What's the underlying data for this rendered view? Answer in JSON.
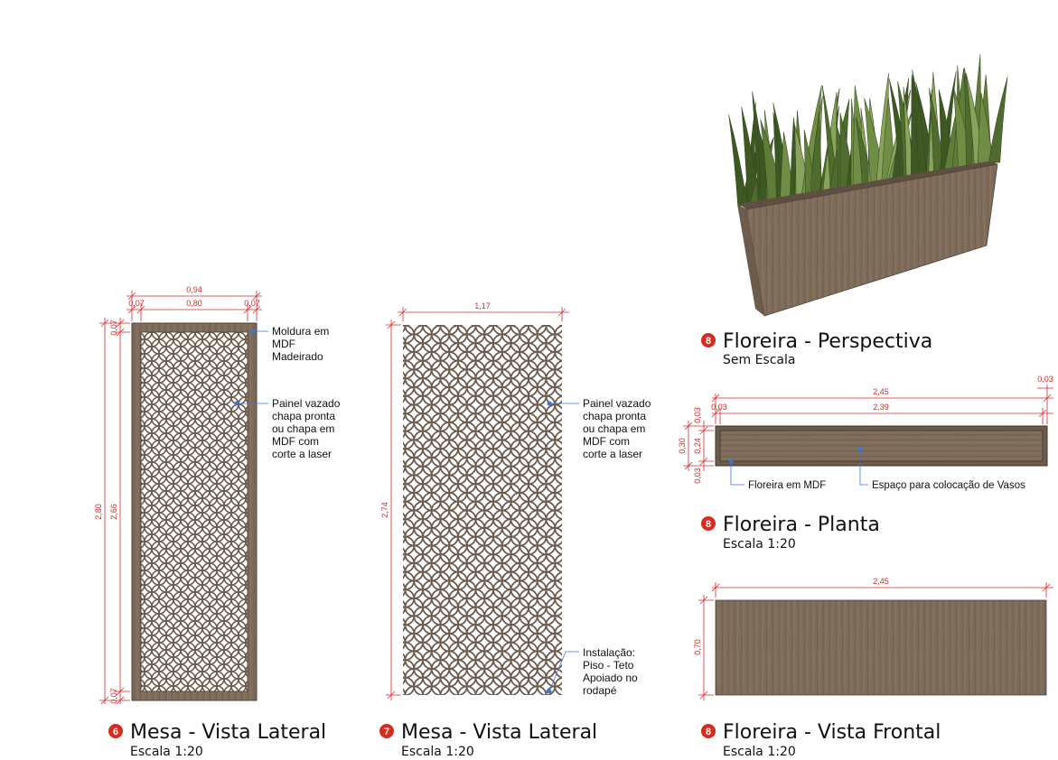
{
  "colors": {
    "dimension": "#d42a2a",
    "wood": "#7d6b5a",
    "wood_dark": "#5e4f42",
    "badge": "#d62b1f",
    "leader_dot": "#3a78d8",
    "plant_green": "#4f6b2e"
  },
  "panel6": {
    "badge": "6",
    "title": "Mesa - Vista Lateral",
    "scale": "Escala 1:20",
    "dims": {
      "total_width": "0,94",
      "inner_width": "0,80",
      "left_frame": "0,07",
      "right_frame": "0,07",
      "total_height": "2,80",
      "inner_height": "2,66",
      "top_frame": "0,07",
      "bottom_frame": "0,07"
    },
    "note_frame": [
      "Moldura em",
      "MDF",
      "Madeirado"
    ],
    "note_panel": [
      "Painel vazado",
      "chapa pronta",
      "ou chapa em",
      "MDF com",
      "corte a laser"
    ]
  },
  "panel7": {
    "badge": "7",
    "title": "Mesa - Vista Lateral",
    "scale": "Escala 1:20",
    "dims": {
      "width": "1,17",
      "height": "2,74"
    },
    "note_panel": [
      "Painel vazado",
      "chapa pronta",
      "ou chapa em",
      "MDF com",
      "corte a laser"
    ],
    "note_install": [
      "Instalação:",
      "Piso - Teto",
      "Apoiado no",
      "rodapé"
    ]
  },
  "planter_perspective": {
    "badge": "8",
    "title": "Floreira - Perspectiva",
    "scale": "Sem Escala"
  },
  "planter_plan": {
    "badge": "8",
    "title": "Floreira - Planta",
    "scale": "Escala 1:20",
    "dims": {
      "total_length": "2,45",
      "inner_length": "2,39",
      "left_wall": "0,03",
      "right_wall": "0,03",
      "total_depth": "0,30",
      "inner_depth": "0,24",
      "top_wall": "0,03",
      "bottom_wall": "0,03"
    },
    "note_mdf": "Floreira em MDF",
    "note_space": "Espaço para colocação de Vasos"
  },
  "planter_front": {
    "badge": "8",
    "title": "Floreira - Vista Frontal",
    "scale": "Escala 1:20",
    "dims": {
      "length": "2,45",
      "height": "0,70"
    }
  }
}
